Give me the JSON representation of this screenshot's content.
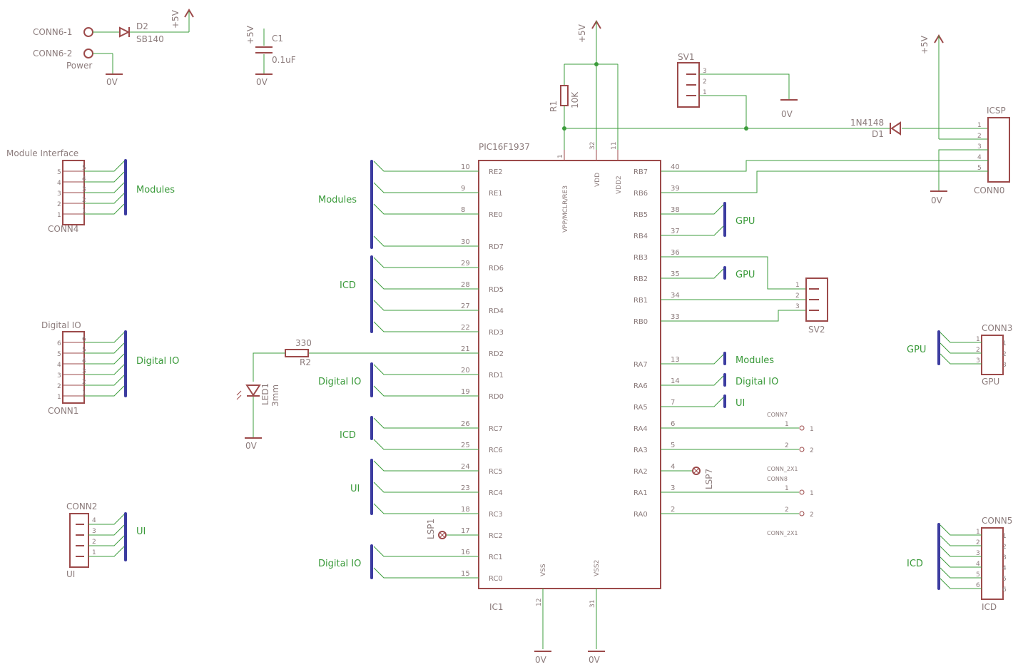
{
  "power": {
    "conn6_1": "CONN6-1",
    "conn6_2": "CONN6-2",
    "power": "Power",
    "d2": "D2",
    "sb140": "SB140",
    "p5v": "+5V",
    "zero_v": "0V",
    "c1": "C1",
    "c1_val": "0.1uF"
  },
  "ic": {
    "part": "PIC16F1937",
    "name": "IC1",
    "left_pins": [
      {
        "num": "10",
        "name": "RE2"
      },
      {
        "num": "9",
        "name": "RE1"
      },
      {
        "num": "8",
        "name": "RE0"
      },
      {
        "num": "30",
        "name": "RD7"
      },
      {
        "num": "29",
        "name": "RD6"
      },
      {
        "num": "28",
        "name": "RD5"
      },
      {
        "num": "27",
        "name": "RD4"
      },
      {
        "num": "22",
        "name": "RD3"
      },
      {
        "num": "21",
        "name": "RD2"
      },
      {
        "num": "20",
        "name": "RD1"
      },
      {
        "num": "19",
        "name": "RD0"
      },
      {
        "num": "26",
        "name": "RC7"
      },
      {
        "num": "25",
        "name": "RC6"
      },
      {
        "num": "24",
        "name": "RC5"
      },
      {
        "num": "23",
        "name": "RC4"
      },
      {
        "num": "18",
        "name": "RC3"
      },
      {
        "num": "17",
        "name": "RC2"
      },
      {
        "num": "16",
        "name": "RC1"
      },
      {
        "num": "15",
        "name": "RC0"
      }
    ],
    "right_pins": [
      {
        "num": "40",
        "name": "RB7"
      },
      {
        "num": "39",
        "name": "RB6"
      },
      {
        "num": "38",
        "name": "RB5"
      },
      {
        "num": "37",
        "name": "RB4"
      },
      {
        "num": "36",
        "name": "RB3"
      },
      {
        "num": "35",
        "name": "RB2"
      },
      {
        "num": "34",
        "name": "RB1"
      },
      {
        "num": "33",
        "name": "RB0"
      },
      {
        "num": "13",
        "name": "RA7"
      },
      {
        "num": "14",
        "name": "RA6"
      },
      {
        "num": "7",
        "name": "RA5"
      },
      {
        "num": "6",
        "name": "RA4"
      },
      {
        "num": "5",
        "name": "RA3"
      },
      {
        "num": "4",
        "name": "RA2"
      },
      {
        "num": "3",
        "name": "RA1"
      },
      {
        "num": "2",
        "name": "RA0"
      }
    ],
    "top_pins": [
      {
        "num": "1",
        "name": "VPP/MCLR/RE3"
      },
      {
        "num": "32",
        "name": "VDD"
      },
      {
        "num": "11",
        "name": "VDD2"
      }
    ],
    "bottom_pins": [
      {
        "num": "12",
        "name": "VSS"
      },
      {
        "num": "31",
        "name": "VSS2"
      }
    ]
  },
  "parts": {
    "r1": "R1",
    "r1_val": "10K",
    "r2": "R2",
    "r2_val": "330",
    "led1": "LED1",
    "led1_val": "3mm",
    "lsp1": "LSP1",
    "lsp7": "LSP7",
    "sv1": "SV1",
    "sv2": "SV2",
    "d1": "D1",
    "d1_val": "1N4148",
    "icsp": "ICSP",
    "conn0": "CONN0",
    "conn7": "CONN7",
    "conn8": "CONN8",
    "conn_2x1": "CONN_2X1"
  },
  "connectors": {
    "module_interface": "Module Interface",
    "conn4": "CONN4",
    "digital_io_title": "Digital IO",
    "conn1": "CONN1",
    "conn2": "CONN2",
    "ui": "UI",
    "conn3": "CONN3",
    "gpu": "GPU",
    "conn5": "CONN5",
    "icd": "ICD"
  },
  "nets": {
    "modules": "Modules",
    "icd": "ICD",
    "digital_io": "Digital IO",
    "ui": "UI",
    "gpu": "GPU"
  }
}
